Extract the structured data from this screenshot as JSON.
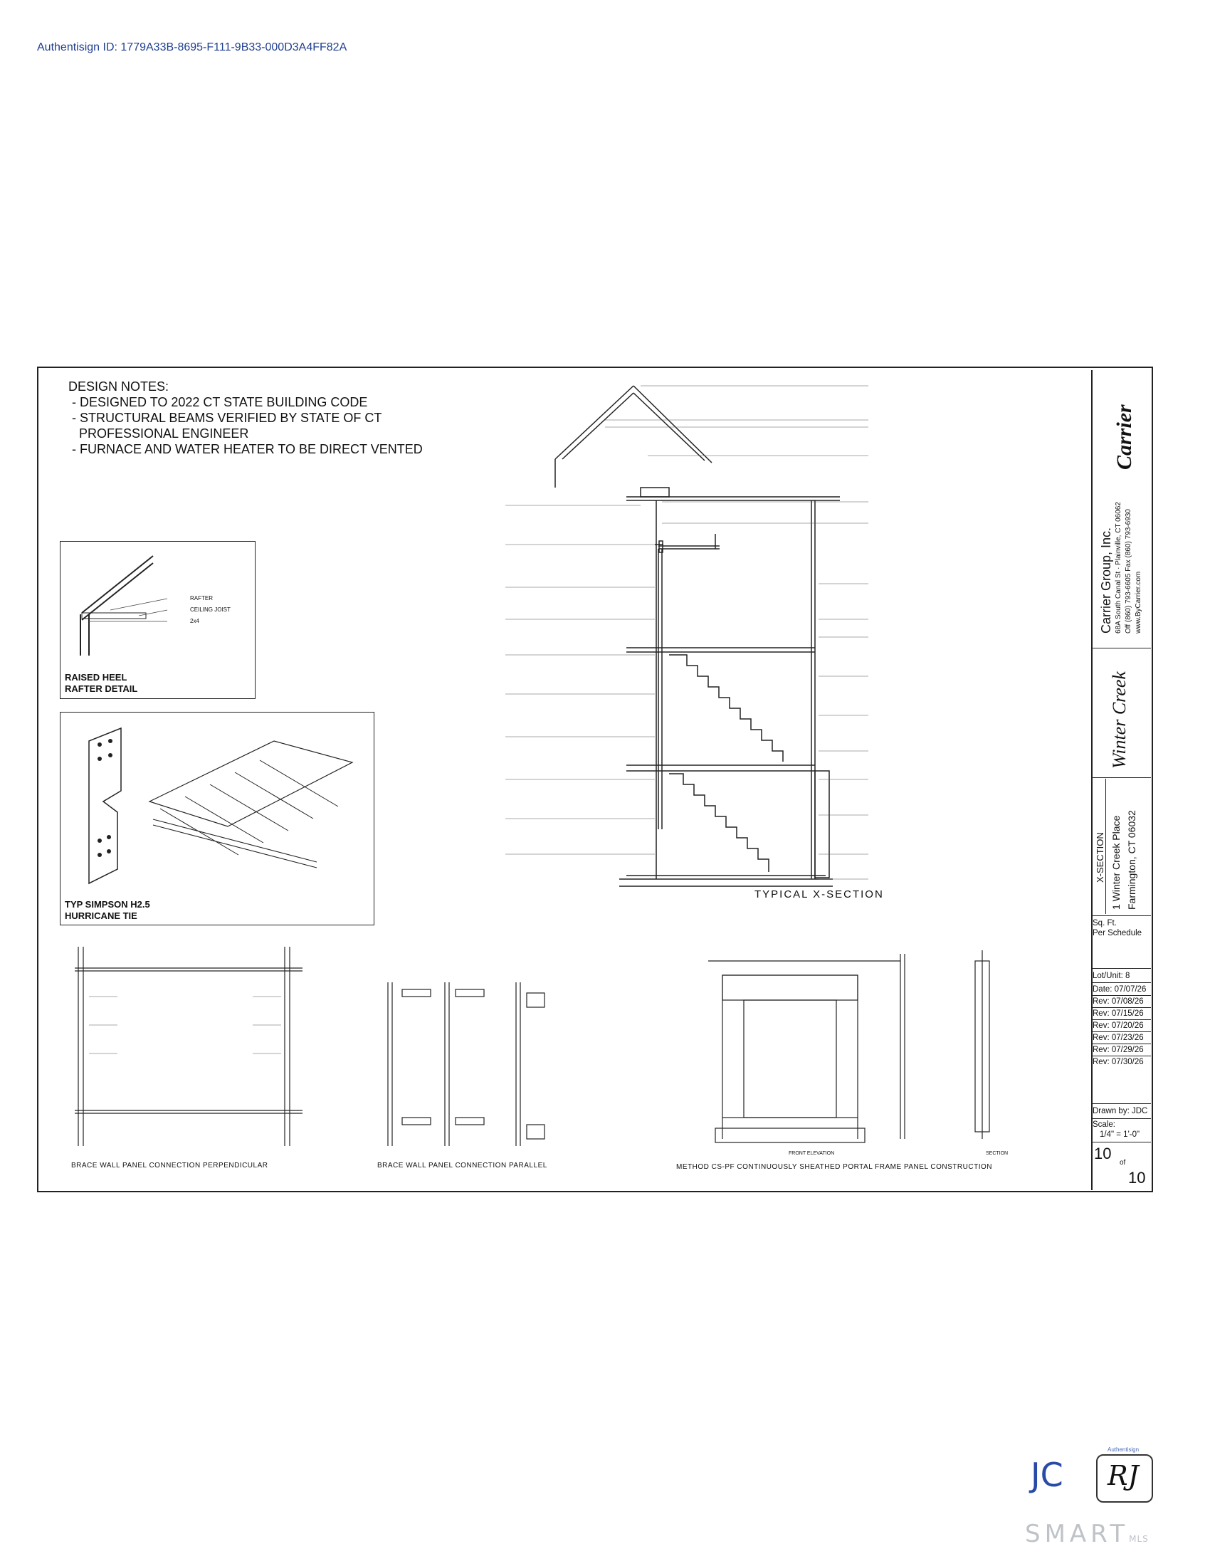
{
  "authentisign_id": "Authentisign ID: 1779A33B-8695-F111-9B33-000D3A4FF82A",
  "design_notes": {
    "heading": "DESIGN NOTES:",
    "lines": [
      " - DESIGNED TO 2022 CT STATE BUILDING CODE",
      " - STRUCTURAL BEAMS VERIFIED BY STATE OF CT",
      "   PROFESSIONAL ENGINEER",
      " - FURNACE AND WATER HEATER TO BE DIRECT VENTED"
    ]
  },
  "raised_heel": {
    "caption_1": "RAISED HEEL",
    "caption_2": "RAFTER DETAIL",
    "labels": [
      "RAFTER",
      "CEILING JOIST",
      "2x4"
    ]
  },
  "hurricane_tie": {
    "caption_1": "TYP SIMPSON H2.5",
    "caption_2": "HURRICANE TIE"
  },
  "section_title": "TYPICAL X-SECTION",
  "detail_captions": {
    "perpendicular": "BRACE WALL PANEL CONNECTION PERPENDICULAR",
    "parallel": "BRACE WALL PANEL CONNECTION PARALLEL",
    "portal": "METHOD CS-PF CONTINUOUSLY SHEATHED PORTAL FRAME PANEL CONSTRUCTION",
    "front_elevation": "FRONT ELEVATION",
    "section": "SECTION"
  },
  "title_block": {
    "company": "Carrier Group, Inc.",
    "address": "68A South Canal St · Plainville, CT 06062",
    "phone": "Off (860) 793-6605  Fax (860) 793-6930",
    "web": "www.ByCarrier.com",
    "logo": "Carrier",
    "community": "Winter Creek",
    "sheet_name": "X-SECTION",
    "project_line_1": "1 Winter Creek Place",
    "project_line_2": "Farmington, CT 06032",
    "sqft_1": "Sq. Ft.",
    "sqft_2": "Per Schedule",
    "lot": "Lot/Unit: 8",
    "revisions": [
      "Date: 07/07/26",
      "Rev: 07/08/26",
      "Rev: 07/15/26",
      "Rev: 07/20/26",
      "Rev: 07/23/26",
      "Rev: 07/29/26",
      "Rev: 07/30/26"
    ],
    "drawn_by": "Drawn by: JDC",
    "scale_label": "Scale:",
    "scale": "1/4\" = 1'-0\"",
    "sheet_no": "10",
    "of_label": "of",
    "sheet_total": "10"
  },
  "initials": {
    "left": "JC",
    "right": "RJ",
    "stamp": "Authentisign"
  },
  "watermark": "SMART",
  "watermark_suffix": "MLS"
}
